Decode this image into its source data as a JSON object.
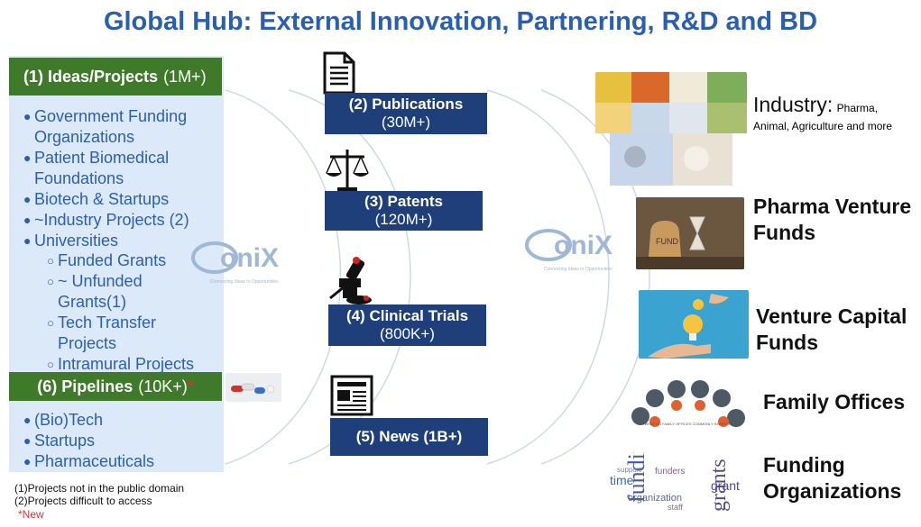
{
  "title": "Global Hub: External Innovation, Partnering, R&D and BD",
  "left": {
    "ideas_header": {
      "label": "(1) Ideas/Projects",
      "count": "(1M+)"
    },
    "ideas_items": [
      {
        "bullet": "●",
        "text": "Government Funding Organizations"
      },
      {
        "bullet": "●",
        "text": "Patient Biomedical Foundations"
      },
      {
        "bullet": "●",
        "text": "Biotech & Startups"
      },
      {
        "bullet": "●",
        "text": "~Industry Projects (2)"
      },
      {
        "bullet": "●",
        "text": "Universities"
      }
    ],
    "university_subitems": [
      {
        "bullet": "○",
        "text": "Funded Grants"
      },
      {
        "bullet": "○",
        "text": "~ Unfunded Grants(1)"
      },
      {
        "bullet": "○",
        "text": "Tech Transfer Projects"
      },
      {
        "bullet": "○",
        "text": "Intramural Projects"
      }
    ],
    "pipelines_header": {
      "label": "(6) Pipelines",
      "count": "(10K+)",
      "star": "*"
    },
    "pipeline_items": [
      {
        "bullet": "●",
        "text": "(Bio)Tech"
      },
      {
        "bullet": "●",
        "text": "Startups"
      },
      {
        "bullet": "●",
        "text": "Pharmaceuticals"
      }
    ],
    "footnotes": {
      "note1": "(1)Projects not in the public domain",
      "note2": "(2)Projects difficult to access",
      "new": "*New"
    }
  },
  "logo": {
    "text": "oniX",
    "tagline": "Connecting Ideas to Opportunities"
  },
  "sources": [
    {
      "label": "(2) Publications",
      "count": "(30M+)",
      "icon": "document-icon"
    },
    {
      "label": "(3) Patents",
      "count": "(120M+)",
      "icon": "scales-icon"
    },
    {
      "label": "(4) Clinical Trials",
      "count": "(800K+)",
      "icon": "lab-icon"
    },
    {
      "label": "(5) News (1B+)",
      "count": "",
      "icon": "newspaper-icon"
    }
  ],
  "right": {
    "industry": {
      "main": "Industry:",
      "sub": "Pharma, Animal, Agriculture and more"
    },
    "pharma_vf": "Pharma Venture Funds",
    "vc_funds": "Venture Capital Funds",
    "family_offices": "Family Offices",
    "family_center": "WHAT DO FAMILY OFFICES COMMONLY INVEST IN?",
    "funding_orgs": "Funding Organizations",
    "word_cloud": [
      "funding",
      "grants",
      "time",
      "organization",
      "grant",
      "funders",
      "staff",
      "support"
    ]
  },
  "colors": {
    "title": "#2a5fb0",
    "green": "#3f7a2a",
    "navy": "#1f3f7a",
    "panel": "#dce9f8"
  }
}
